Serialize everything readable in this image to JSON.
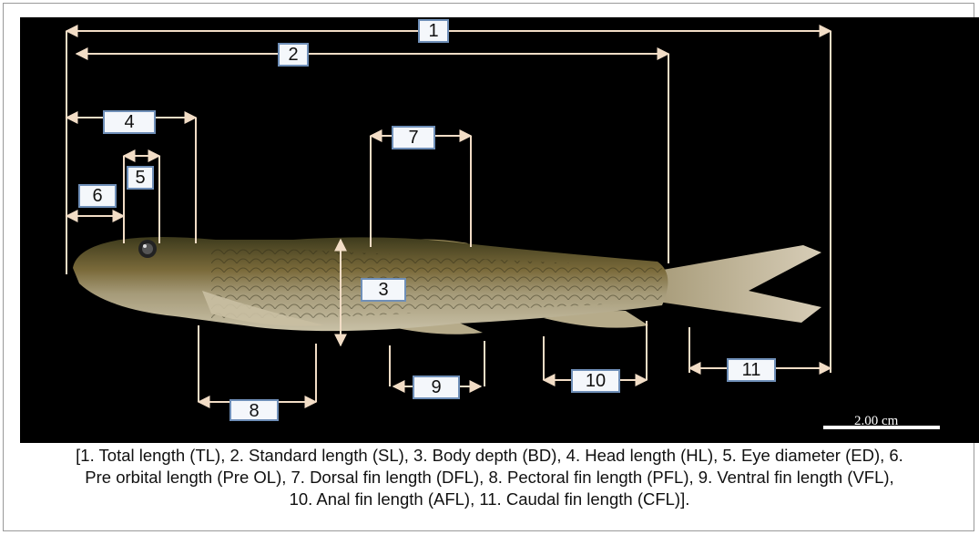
{
  "figure": {
    "scale_bar_label": "2.00 cm",
    "labels": [
      "1",
      "2",
      "3",
      "4",
      "5",
      "6",
      "7",
      "8",
      "9",
      "10",
      "11"
    ],
    "caption": "[1. Total length (TL), 2. Standard length (SL), 3. Body depth (BD), 4. Head length (HL), 5. Eye diameter (ED), 6.\nPre orbital length (Pre OL), 7. Dorsal fin length (DFL), 8. Pectoral fin length (PFL), 9. Ventral fin length (VFL),\n10. Anal fin length (AFL), 11. Caudal fin length (CFL)]."
  },
  "colors": {
    "photo_background": "#000000",
    "measure_line": "#f2ddc6",
    "badge_border": "#6f8fb8",
    "badge_fill": "#f4f7fb"
  }
}
